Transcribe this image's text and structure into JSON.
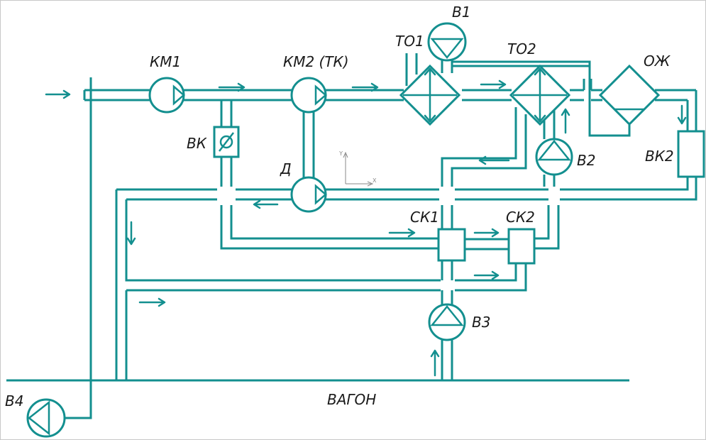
{
  "diagram": {
    "labels": {
      "km1": "КМ1",
      "km2": "КМ2 (ТК)",
      "b1": "В1",
      "to1": "ТО1",
      "to2": "ТО2",
      "oj": "ОЖ",
      "vk": "ВК",
      "d": "Д",
      "b2": "В2",
      "vk2": "ВК2",
      "sk1": "СК1",
      "sk2": "СК2",
      "b3": "В3",
      "b4": "В4",
      "vagon": "ВАГОН"
    },
    "axis_labels": {
      "x": "X",
      "y": "Y"
    },
    "colors": {
      "line": "#138f8f",
      "text": "#1a1a1a"
    }
  }
}
